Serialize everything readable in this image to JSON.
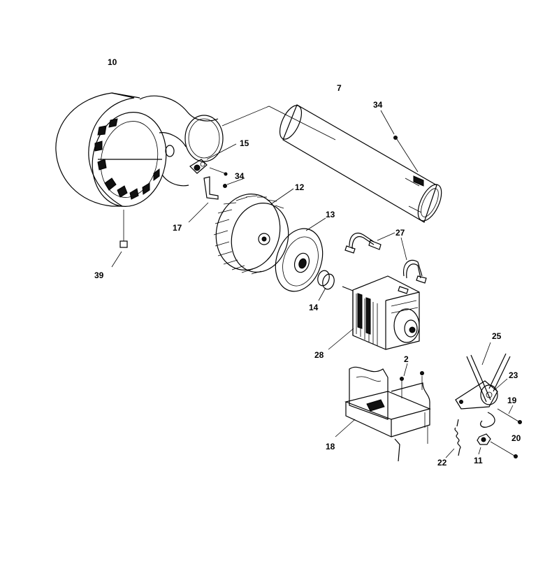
{
  "labels": {
    "p10": "10",
    "p7": "7",
    "p34a": "34",
    "p15": "15",
    "p34b": "34",
    "p12": "12",
    "p17": "17",
    "p13": "13",
    "p27": "27",
    "p39": "39",
    "p14": "14",
    "p28": "28",
    "p25": "25",
    "p2": "2",
    "p23": "23",
    "p19": "19",
    "p18": "18",
    "p20": "20",
    "p22": "22",
    "p11": "11"
  }
}
